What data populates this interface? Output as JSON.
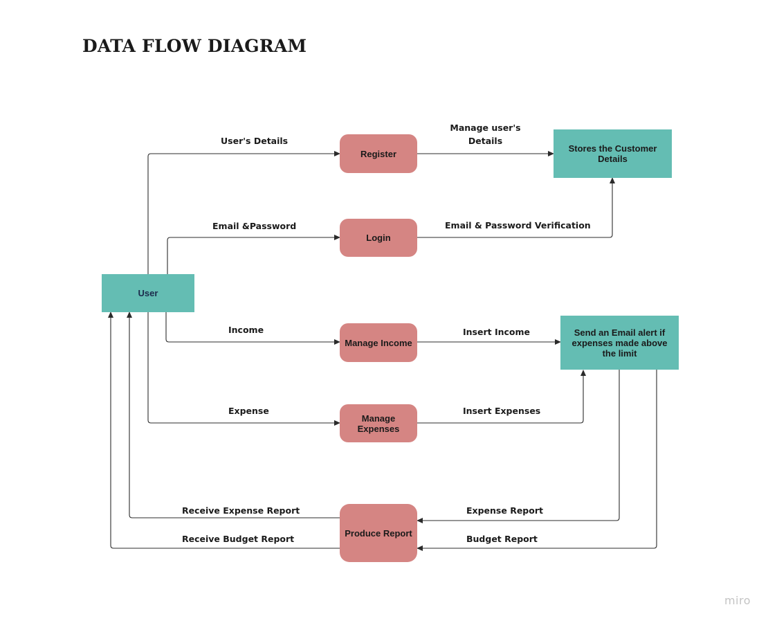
{
  "title": "DATA FLOW DIAGRAM",
  "colors": {
    "process": "#d58583",
    "entity": "#64bdb3",
    "line": "#2b2b2b"
  },
  "nodes": {
    "user": "User",
    "register": "Register",
    "login": "Login",
    "manage_income": "Manage Income",
    "manage_expenses": "Manage Expenses",
    "produce_report": "Produce Report",
    "customer_store": "Stores the Customer Details",
    "email_alert": "Send an Email alert if expenses made above the limit"
  },
  "flows": {
    "users_details": "User's Details",
    "manage_users_details": "Manage user's Details",
    "email_password": "Email &Password",
    "email_password_verification": "Email & Password Verification",
    "income": "Income",
    "insert_income": "Insert Income",
    "expense": "Expense",
    "insert_expenses": "Insert Expenses",
    "receive_expense_report": "Receive Expense Report",
    "receive_budget_report": "Receive Budget Report",
    "expense_report": "Expense Report",
    "budget_report": "Budget Report"
  },
  "watermark": "miro"
}
